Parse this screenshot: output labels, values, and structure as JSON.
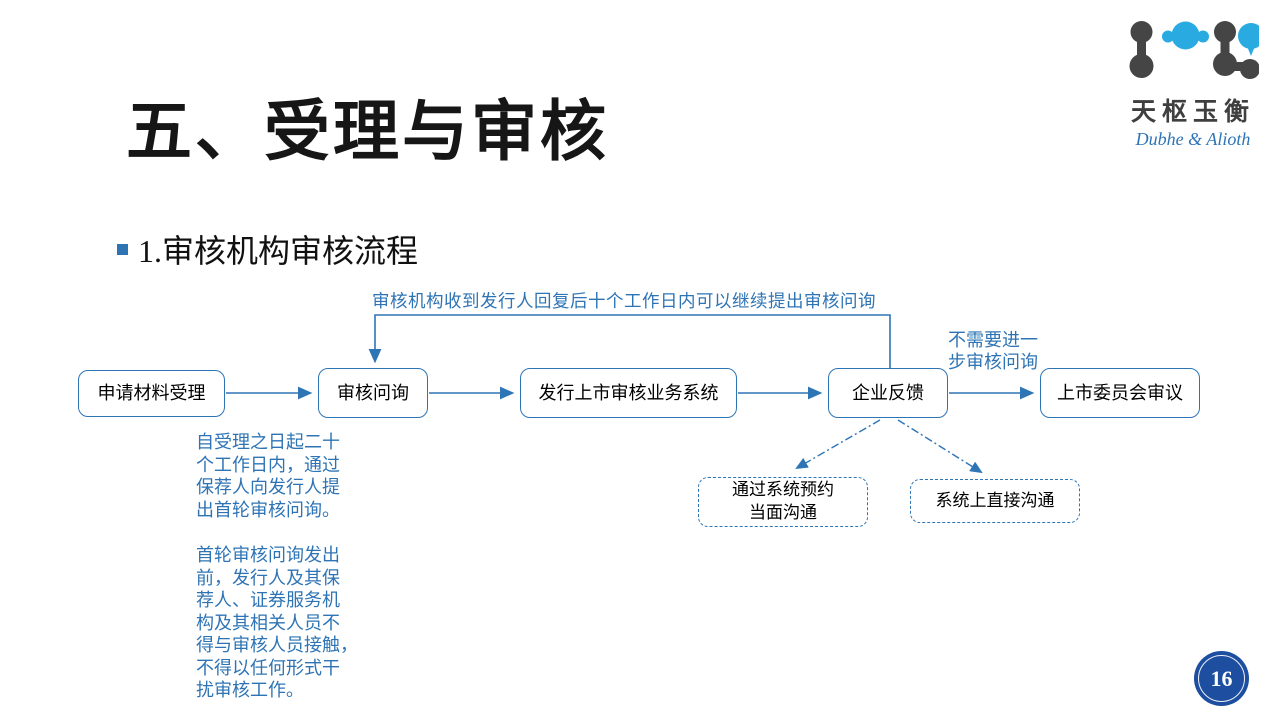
{
  "slide": {
    "title": "五、受理与审核",
    "subtitle": "1.审核机构审核流程",
    "page_number": "16"
  },
  "logo": {
    "brand": "天枢玉衡",
    "subbrand": "Dubhe & Alioth",
    "colors": {
      "dark": "#454545",
      "blue": "#29abe2"
    }
  },
  "flow": {
    "boxes": [
      {
        "label": "申请材料受理"
      },
      {
        "label": "审核问询"
      },
      {
        "label": "发行上市审核业务系统"
      },
      {
        "label": "企业反馈"
      },
      {
        "label": "上市委员会审议"
      }
    ],
    "loop_note": "审核机构收到发行人回复后十个工作日内可以继续提出审核问询",
    "no_further_note": "不需要进一\n步审核问询",
    "options": [
      {
        "label": "通过系统预约\n当面沟通"
      },
      {
        "label": "系统上直接沟通"
      }
    ]
  },
  "notes": {
    "para1": "自受理之日起二十\n个工作日内，通过\n保荐人向发行人提\n出首轮审核问询。",
    "para2": "首轮审核问询发出\n前，发行人及其保\n荐人、证券服务机\n构及其相关人员不\n得与审核人员接触，\n不得以任何形式干\n扰审核工作。"
  },
  "colors": {
    "accent_blue": "#2e75b6",
    "text_blue": "#2e74b5",
    "badge_blue": "#1d4e9f"
  }
}
